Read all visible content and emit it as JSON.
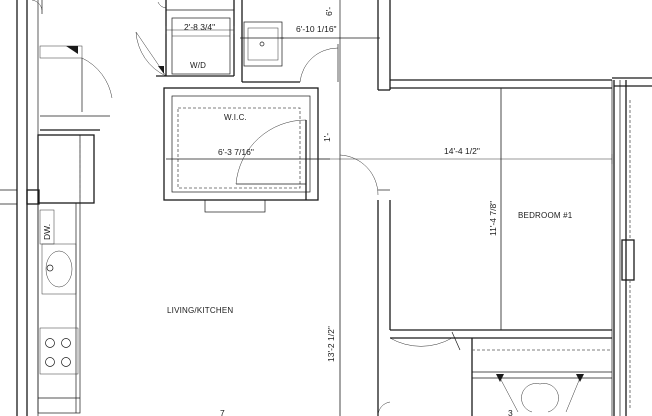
{
  "rooms": {
    "wic": "W.I.C.",
    "bedroom": "BEDROOM #1",
    "living_kitchen": "LIVING/KITCHEN",
    "wd": "W/D",
    "dw": "DW."
  },
  "dimensions": {
    "wd_width": "2'-8 3/4\"",
    "bath_width": "6'-10 1/16\"",
    "wic_width": "6'-3 7/16\"",
    "bedroom_width": "14'-4 1/2\"",
    "bedroom_depth": "11'-4 7/8\"",
    "living_depth": "13'-2 1/2\"",
    "top_right_partial": "6'-",
    "wic_door_partial": "1'-",
    "bottom_partial_left": "7",
    "bottom_partial_right": "3"
  }
}
